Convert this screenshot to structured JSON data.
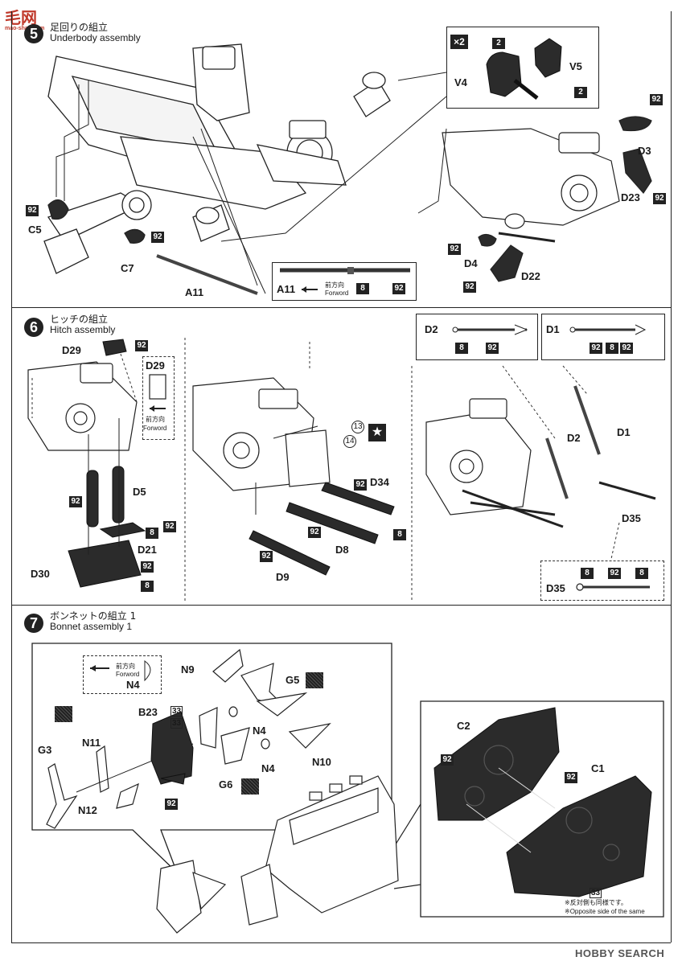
{
  "watermark": {
    "top": "毛网",
    "sub": "mao-shan.com",
    "bottom": "HOBBY SEARCH"
  },
  "steps": [
    {
      "num": "5",
      "jp": "足回りの組立",
      "en": "Underbody assembly"
    },
    {
      "num": "6",
      "jp": "ヒッチの組立",
      "en": "Hitch assembly"
    },
    {
      "num": "7",
      "jp": "ボンネットの組立 1",
      "en": "Bonnet assembly 1"
    }
  ],
  "multiplier": "×2",
  "forward_jp": "前方向",
  "forward_en": "Forword",
  "note_jp": "※反対側も同様です。",
  "note_en": "※Opposite side of the same",
  "color_92": "92",
  "color_8": "8",
  "color_33": "33",
  "decal_13": "13",
  "decal_14": "14",
  "parts": {
    "V4": "V4",
    "V5": "V5",
    "two": "2",
    "C5": "C5",
    "C7": "C7",
    "A11": "A11",
    "D3": "D3",
    "D23": "D23",
    "D4": "D4",
    "D22": "D22",
    "D2": "D2",
    "D1": "D1",
    "D29": "D29",
    "D5": "D5",
    "D21": "D21",
    "D30": "D30",
    "D34": "D34",
    "D8": "D8",
    "D9": "D9",
    "D35": "D35",
    "N9": "N9",
    "N4": "N4",
    "G5": "G5",
    "B23": "B23",
    "N11": "N11",
    "G3": "G3",
    "N10": "N10",
    "G6": "G6",
    "N12": "N12",
    "C2": "C2",
    "C1": "C1"
  },
  "colors": {
    "ink": "#1a1a1a",
    "paint_dark": "#2b2b2b",
    "paint_mid": "#5a5a5a"
  }
}
